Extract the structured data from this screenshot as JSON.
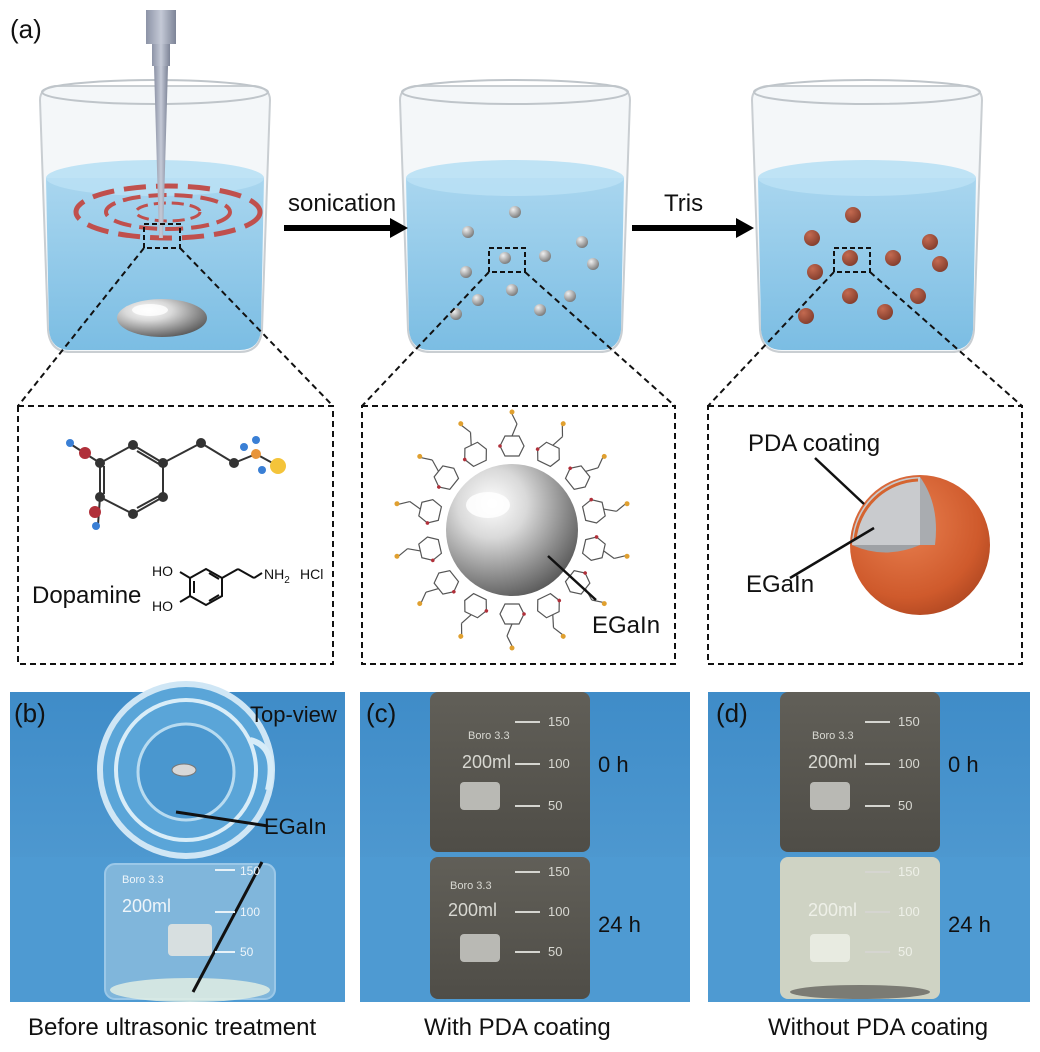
{
  "panels": {
    "a": "(a)",
    "b": "(b)",
    "c": "(c)",
    "d": "(d)"
  },
  "process": {
    "step1_label": "sonication",
    "step2_label": "Tris"
  },
  "insets": {
    "dopamine_label": "Dopamine",
    "formula_ho_top": "HO",
    "formula_ho_bottom": "HO",
    "formula_nh2": "NH",
    "formula_nh2_sub": "2",
    "formula_hcl": "HCl",
    "egain_label_mid": "EGaIn",
    "pda_coating_label": "PDA coating",
    "egain_label_right": "EGaIn"
  },
  "photos": {
    "b": {
      "topview_label": "Top-view",
      "egain_label": "EGaIn",
      "caption": "Before ultrasonic treatment",
      "beaker_marks": [
        "Boro 3.3",
        "200ml",
        "150",
        "100",
        "50"
      ]
    },
    "c": {
      "time_top": "0 h",
      "time_bottom": "24 h",
      "caption": "With PDA coating",
      "beaker_marks": [
        "Boro 3.3",
        "200ml",
        "150",
        "100",
        "50"
      ]
    },
    "d": {
      "time_top": "0 h",
      "time_bottom": "24 h",
      "caption": "Without PDA coating",
      "beaker_marks": [
        "Boro 3.3",
        "200ml",
        "150",
        "100",
        "50"
      ]
    }
  },
  "colors": {
    "water": "#8ec6e6",
    "water_dark": "#6fb1d8",
    "pda": "#c8552e",
    "photo_bg": "#4b95cd",
    "suspension": "#5b5a55",
    "settled": "#cfd3c4"
  }
}
